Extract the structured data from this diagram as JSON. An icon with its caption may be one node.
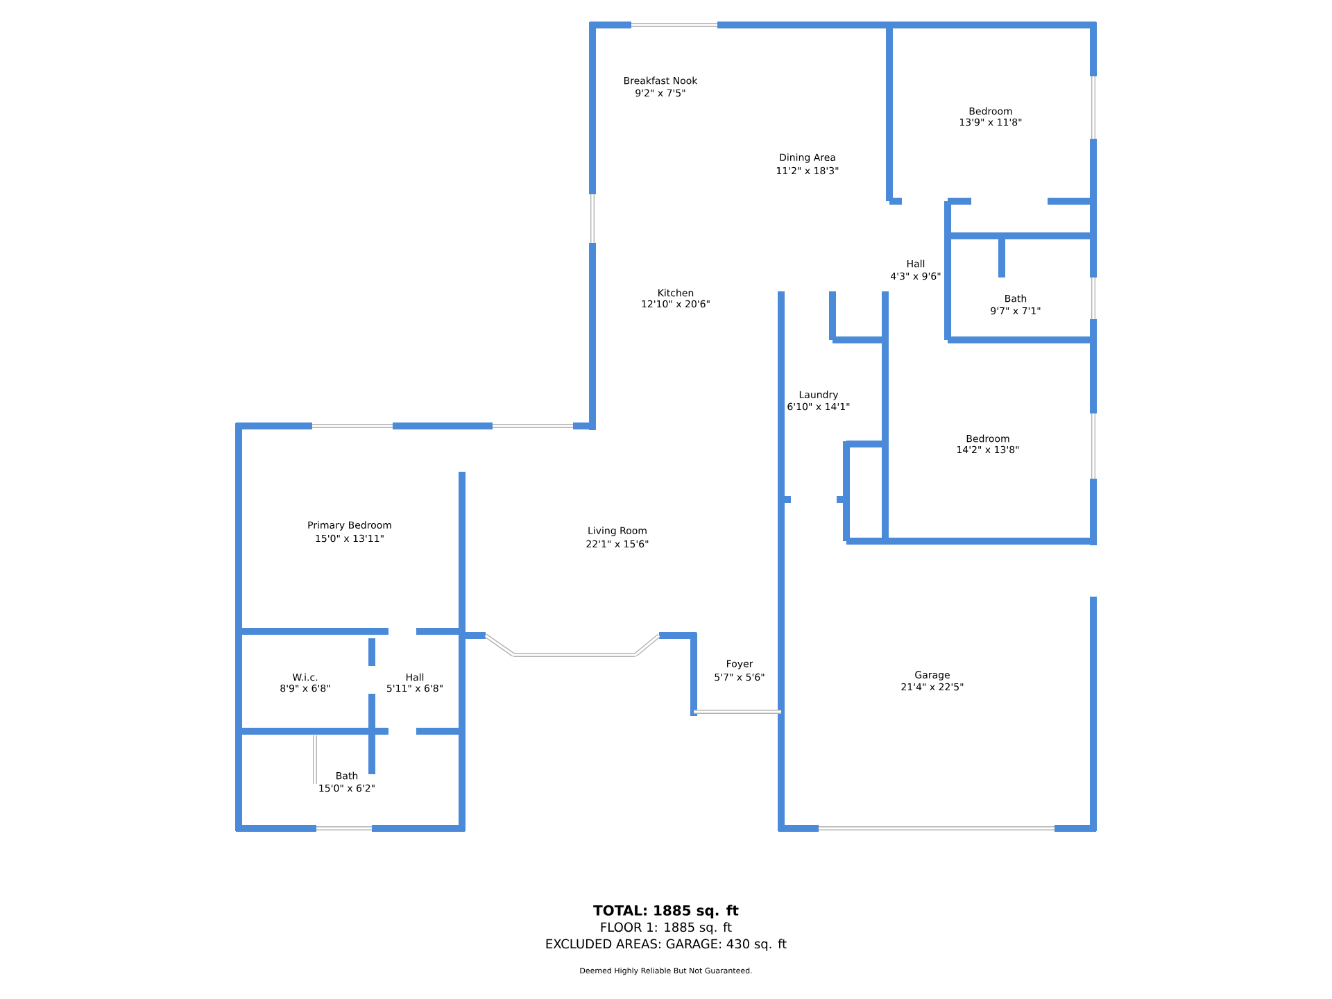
{
  "diagram": {
    "labels": [
      "Breakfast Nook",
      "9'2\" x 7'5\"",
      "Bedroom",
      "13'9\" x 11'8\"",
      "Dining Area",
      "11'2\" x 18'3\"",
      "Hall",
      "4'3\" x 9'6\"",
      "Kitchen",
      "12'10\" x 20'6\"",
      "Bath",
      "9'7\" x 7'1\"",
      "Laundry",
      "6'10\" x 14'1\"",
      "Bedroom",
      "14'2\" x 13'8\"",
      "Primary Bedroom",
      "15'0\" x 13'11\"",
      "Living Room",
      "22'1\" x 15'6\"",
      "W.i.c.",
      "8'9\" x 6'8\"",
      "Hall",
      "5'11\" x 6'8\"",
      "Foyer",
      "5'7\" x 5'6\"",
      "Garage",
      "21'4\" x 22'5\"",
      "Bath",
      "15'0\" x 6'2\"",
      "TOTAL: 1885 sq. ft",
      "FLOOR 1: 1885 sq. ft",
      "EXCLUDED AREAS: GARAGE: 430 sq. ft",
      "Deemed Highly Reliable But Not Guaranteed."
    ]
  }
}
